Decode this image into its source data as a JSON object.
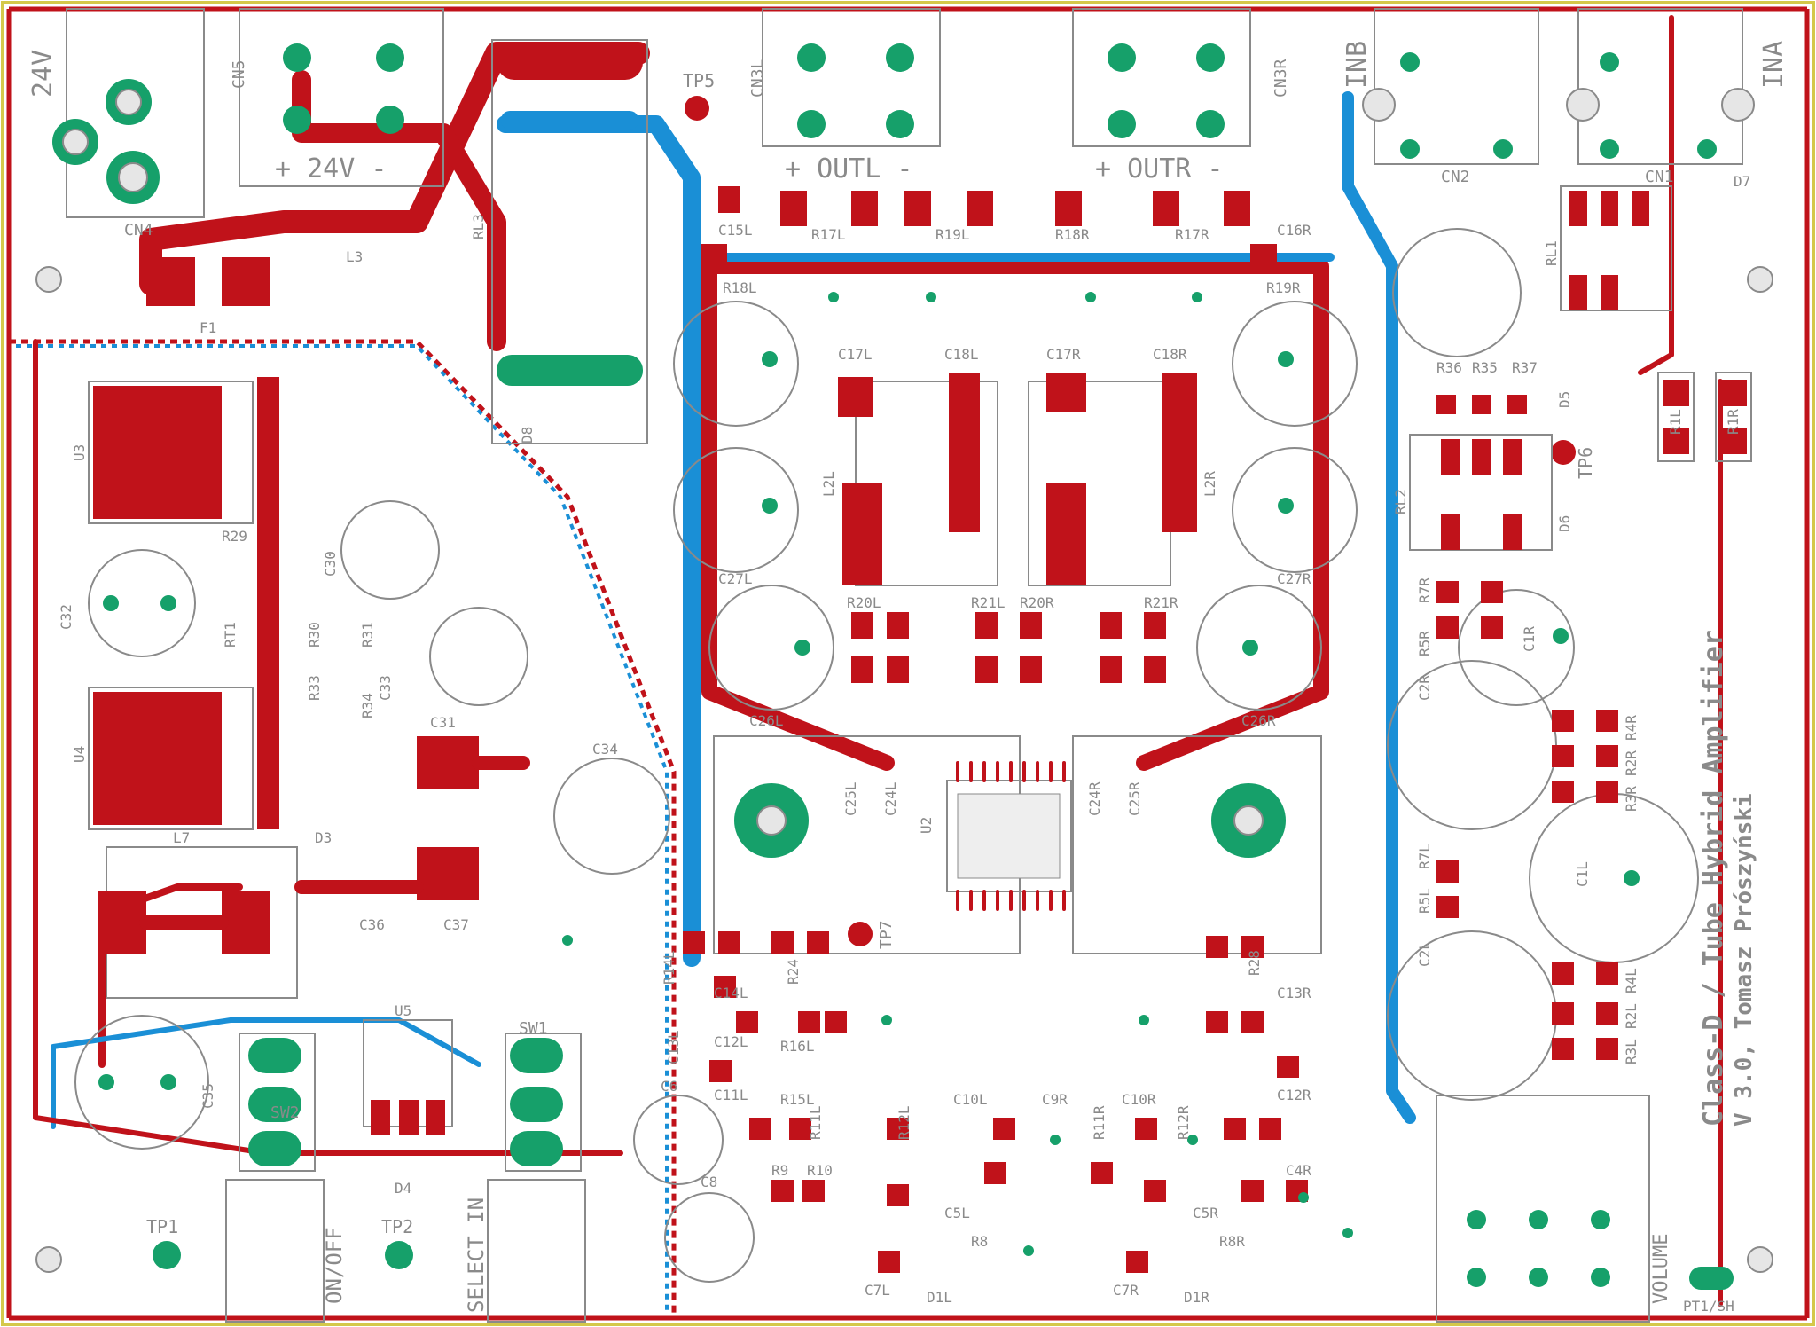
{
  "board": {
    "title": "Class-D / Tube Hybrid Amplifier",
    "subtitle": "V 3.0, Tomasz Prószyński",
    "colors": {
      "background": "#ffffff",
      "copper_top": "#c0121a",
      "copper_bottom": "#1a8fd6",
      "plated_hole": "#16a06a",
      "silkscreen": "#8a8a8a",
      "edge": "#d4c84a"
    }
  },
  "connectors": {
    "cn4": "CN4",
    "cn4_v": "24V",
    "cn5": "CN5",
    "cn5_label": "+ 24V -",
    "cn3l": "CN3L",
    "cn3l_label": "+ OUTL -",
    "cn3r": "CN3R",
    "cn3r_label": "+ OUTR -",
    "cn2": "CN2",
    "cn2_in": "INB",
    "cn1": "CN1",
    "cn1_in": "INA"
  },
  "switches": {
    "sw1": "SW1",
    "sw1_label": "SELECT IN",
    "sw2": "SW2",
    "sw2_label": "ON/OFF"
  },
  "testpoints": {
    "tp1": "TP1",
    "tp2": "TP2",
    "tp5": "TP5",
    "tp6": "TP6",
    "tp7": "TP7",
    "pt1sh": "PT1/SH"
  },
  "labels": {
    "volume": "VOLUME",
    "rl1": "RL1",
    "rl2": "RL2",
    "rl3": "RL3",
    "u2": "U2",
    "u3": "U3",
    "u4": "U4",
    "u5": "U5",
    "l3": "L3",
    "l7": "L7",
    "l2l": "L2L",
    "l2r": "L2R",
    "d3": "D3",
    "d4": "D4",
    "d5": "D5",
    "d6": "D6",
    "d7": "D7",
    "d8": "D8",
    "d1l": "D1L",
    "d1r": "D1R",
    "f1": "F1",
    "r1l": "R1L",
    "r1r": "R1R",
    "c32": "C32",
    "c35": "C35",
    "c34": "C34",
    "c31": "C31",
    "c30": "C30",
    "c36": "C36",
    "c37": "C37",
    "c6": "C6",
    "c8": "C8",
    "c26l": "C26L",
    "c26r": "C26R",
    "c27l": "C27L",
    "c27r": "C27R",
    "c17l": "C17L",
    "c18l": "C18L",
    "c17r": "C17R",
    "c18r": "C18R",
    "c15l": "C15L",
    "c16r": "C16R",
    "r17l": "R17L",
    "r19l": "R19L",
    "r18r": "R18R",
    "r17r": "R17R",
    "r18l": "R18L",
    "r19r": "R19R",
    "r20l": "R20L",
    "r21l": "R21L",
    "r20r": "R20R",
    "r21r": "R21R",
    "r29": "R29",
    "r30": "R30",
    "r31": "R31",
    "r33": "R33",
    "r34": "R34",
    "c33": "C33",
    "rt1": "RT1",
    "r36": "R36",
    "r35": "R35",
    "r37": "R37",
    "r5r": "R5R",
    "r7r": "R7R",
    "c1r": "C1R",
    "c2r": "C2R",
    "r4r": "R4R",
    "r2r": "R2R",
    "r3r": "R3R",
    "r7l": "R7L",
    "r5l": "R5L",
    "c2l": "C2L",
    "c1l": "C1L",
    "r4l": "R4L",
    "r2l": "R2L",
    "r3l": "R3L",
    "r9": "R9",
    "r10": "R10",
    "r11l": "R11L",
    "r12l": "R12L",
    "r11r": "R11R",
    "r12r": "R12R",
    "c10l": "C10L",
    "c9r": "C9R",
    "c10r": "C10R",
    "c5l": "C5L",
    "c5r": "C5R",
    "c7l": "C7L",
    "c7r": "C7R",
    "c4r": "C4R",
    "r14l": "R14L",
    "c14l": "C14L",
    "c13l": "C13L",
    "c12l": "C12L",
    "c11l": "C11L",
    "c13r": "C13R",
    "c12r": "C12R",
    "r15l": "R15L",
    "r16l": "R16L",
    "r24": "R24",
    "r28": "R28",
    "c25l": "C25L",
    "c24l": "C24L",
    "c24r": "C24R",
    "c25r": "C25R",
    "r8": "R8",
    "r8r": "R8R"
  }
}
